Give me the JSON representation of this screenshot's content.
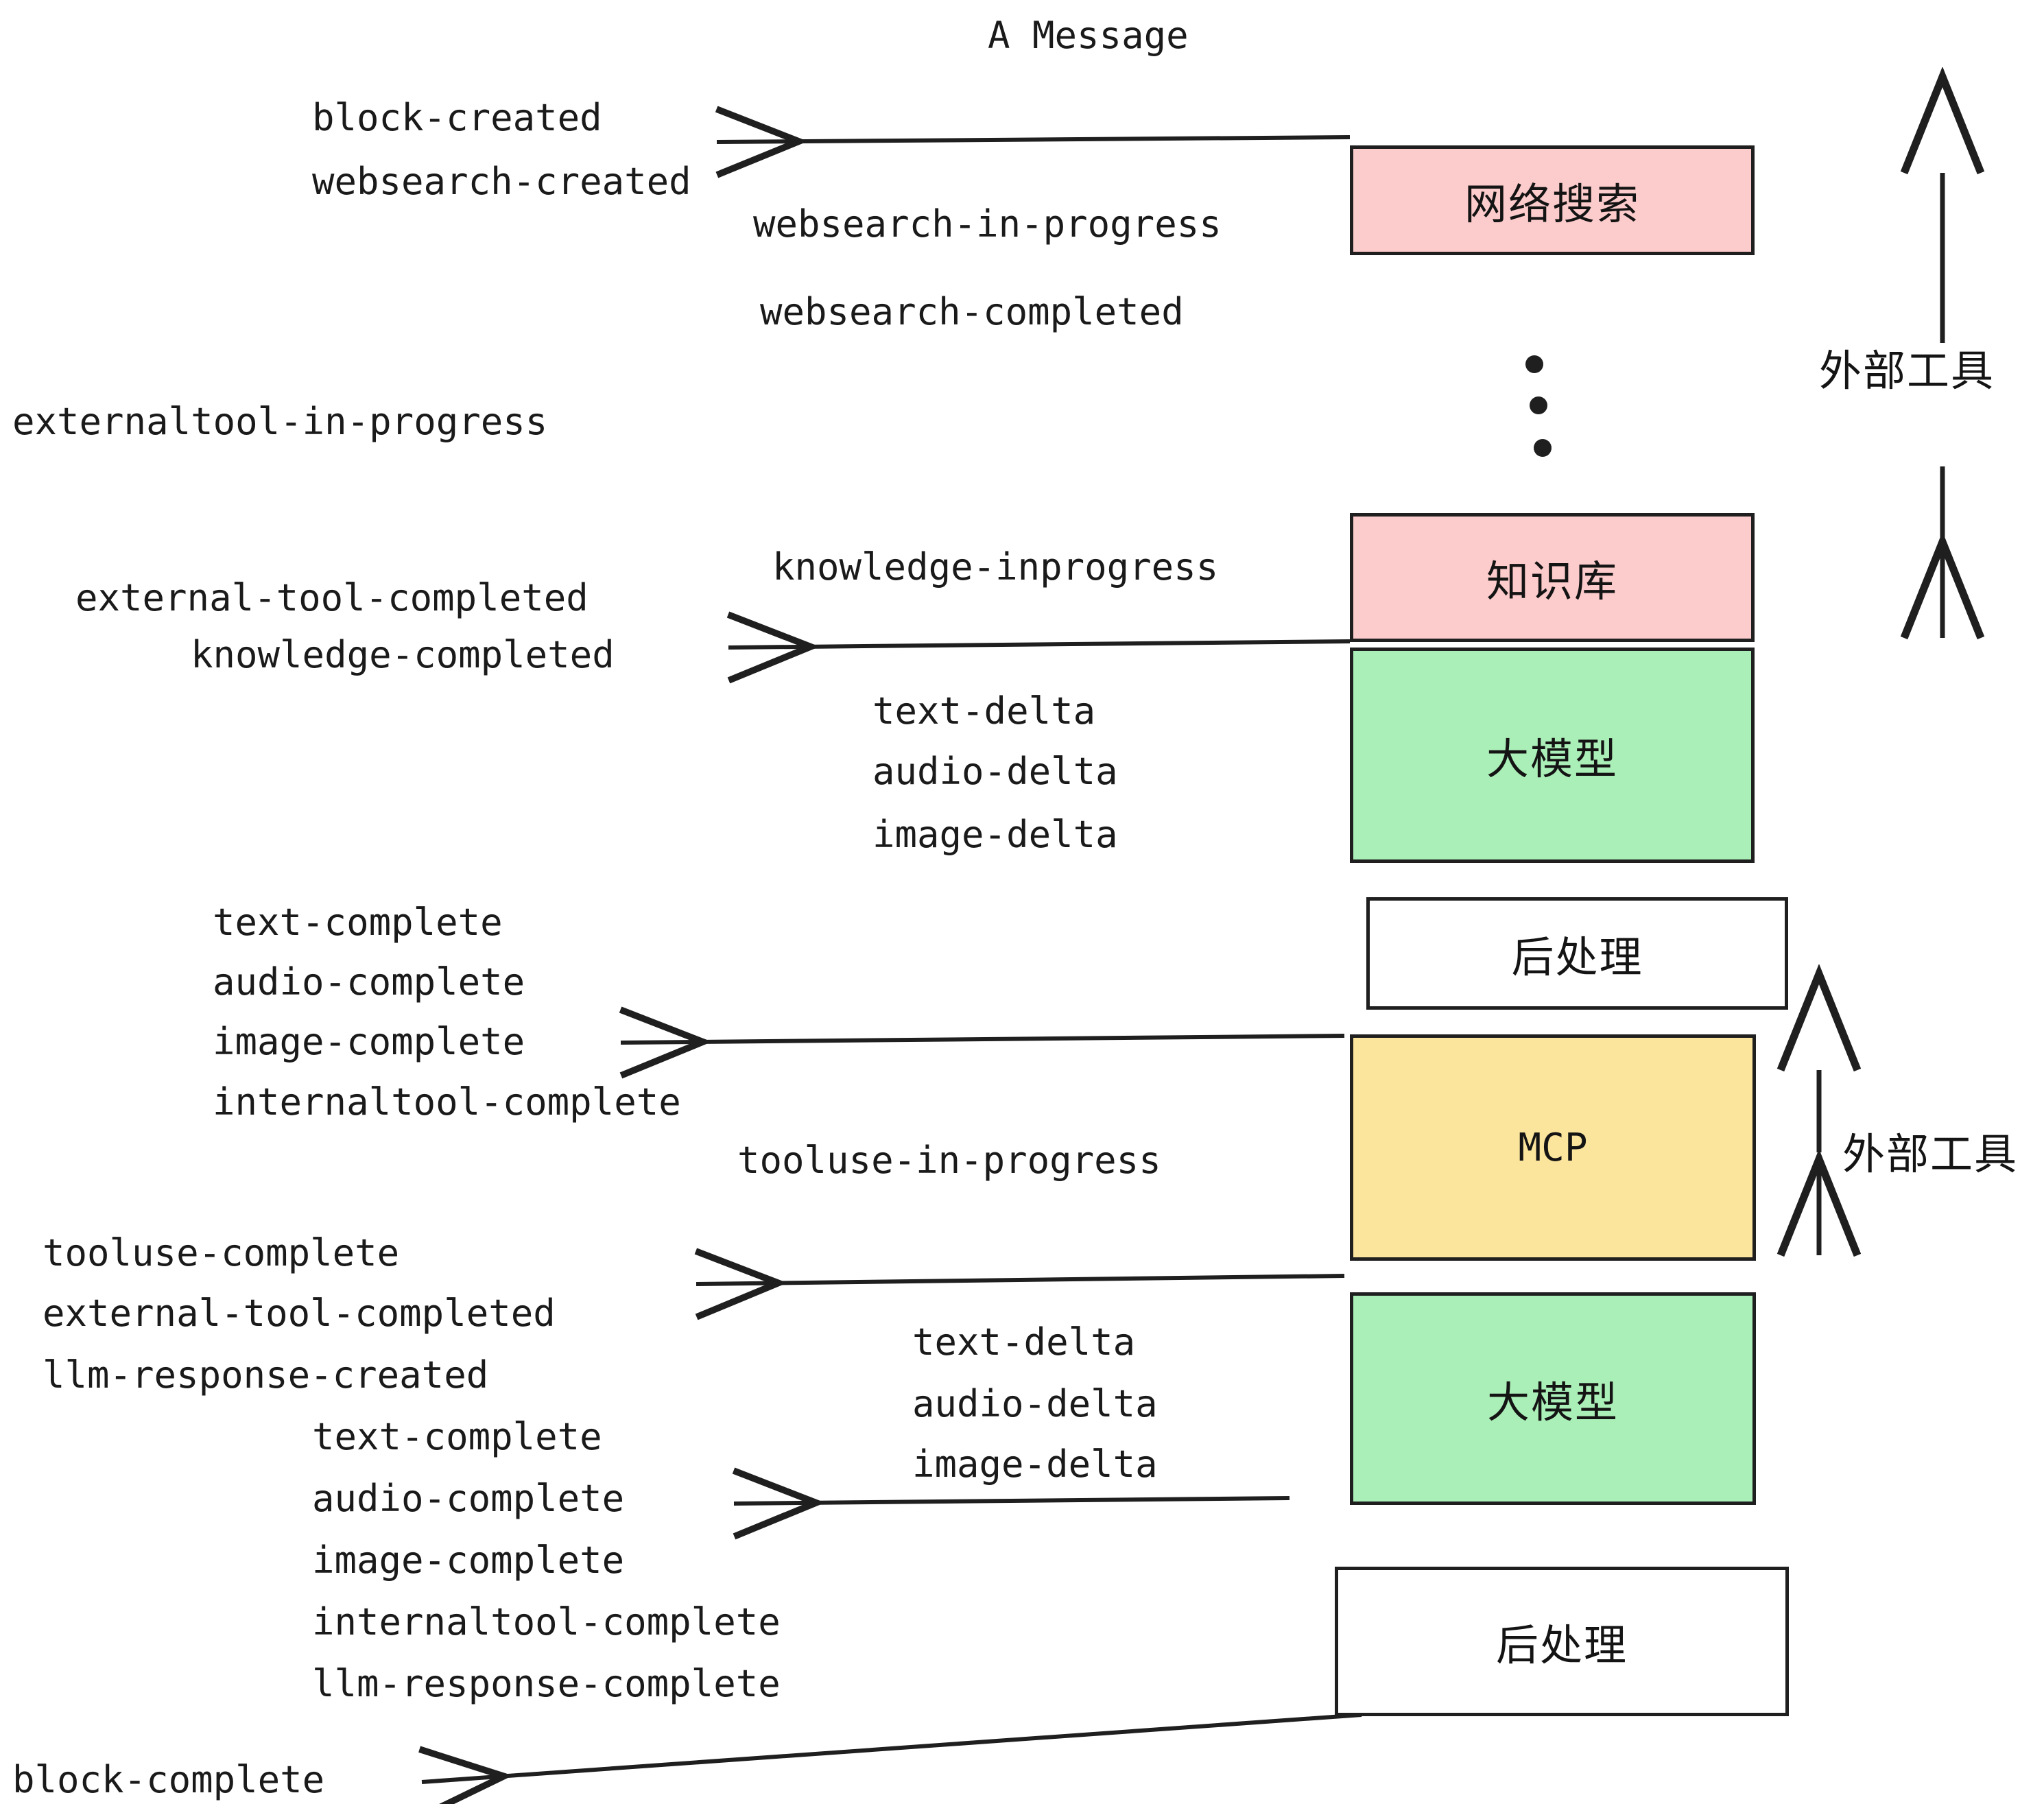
{
  "title": "A Message",
  "colors": {
    "pink": "#FCCBCB",
    "green": "#ABEFB8",
    "yellow": "#FBE49B",
    "white": "#FFFFFF",
    "stroke": "#1F1F1F",
    "text": "#1A1A1A"
  },
  "boxes": {
    "websearch": "网络搜索",
    "knowledge": "知识库",
    "llm_first": "大模型",
    "postprocess_first": "后处理",
    "mcp": "MCP",
    "llm_second": "大模型",
    "postprocess_second": "后处理"
  },
  "side_labels": {
    "external_tool_top": "外部工具",
    "external_tool_bottom": "外部工具"
  },
  "events": {
    "block_created": "block-created",
    "websearch_created": "websearch-created",
    "websearch_in_progress": "websearch-in-progress",
    "websearch_completed": "websearch-completed",
    "externaltool_in_progress": "externaltool-in-progress",
    "knowledge_inprogress": "knowledge-inprogress",
    "external_tool_completed_1": "external-tool-completed",
    "knowledge_completed": "knowledge-completed",
    "text_delta_1": "text-delta",
    "audio_delta_1": "audio-delta",
    "image_delta_1": "image-delta",
    "text_complete_1": "text-complete",
    "audio_complete_1": "audio-complete",
    "image_complete_1": "image-complete",
    "internaltool_complete_1": "internaltool-complete",
    "tooluse_in_progress": "tooluse-in-progress",
    "tooluse_complete": "tooluse-complete",
    "external_tool_completed_2": "external-tool-completed",
    "llm_response_created": "llm-response-created",
    "text_delta_2": "text-delta",
    "audio_delta_2": "audio-delta",
    "image_delta_2": "image-delta",
    "text_complete_2": "text-complete",
    "audio_complete_2": "audio-complete",
    "image_complete_2": "image-complete",
    "internaltool_complete_2": "internaltool-complete",
    "llm_response_complete": "llm-response-complete",
    "block_complete": "block-complete"
  },
  "ellipsis": "⋮"
}
